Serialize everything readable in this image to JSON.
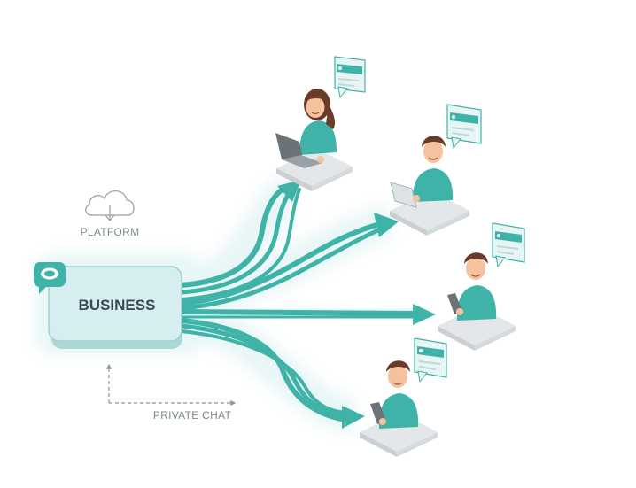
{
  "labels": {
    "business": "BUSINESS",
    "platform": "PLATFORM",
    "private_chat": "PRIVATE CHAT"
  },
  "colors": {
    "teal": "#3fb3a8",
    "teal_dark": "#2f9a90",
    "box_fill": "#d6eef0",
    "box_side": "#a9d8d6",
    "platform_gray": "#dfe4e6",
    "skin": "#f4c29c",
    "hair_brown": "#6b3b2a",
    "text_gray": "#7d8a8c"
  },
  "icons": {
    "cloud": "cloud-download-icon",
    "chat": "chat-bubble-icon"
  },
  "recipients": [
    {
      "name": "recipient-woman-laptop",
      "device": "laptop",
      "has_bubble": true
    },
    {
      "name": "recipient-man-tablet-1",
      "device": "tablet",
      "has_bubble": true
    },
    {
      "name": "recipient-man-phone",
      "device": "phone",
      "has_bubble": true
    },
    {
      "name": "recipient-man-phone-2",
      "device": "phone",
      "has_bubble": true
    }
  ]
}
